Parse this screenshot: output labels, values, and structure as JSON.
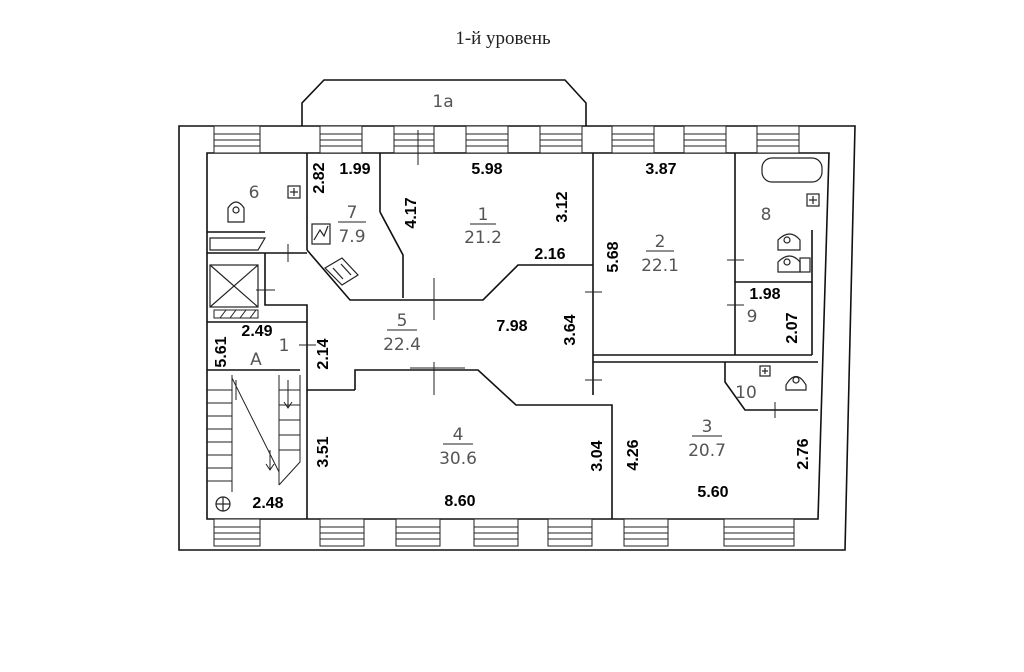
{
  "header": {
    "title": "1-й уровень"
  },
  "annex": {
    "label": "1а"
  },
  "rooms": [
    {
      "id": "1",
      "number": "1",
      "area": "21.2"
    },
    {
      "id": "2",
      "number": "2",
      "area": "22.1"
    },
    {
      "id": "3",
      "number": "3",
      "area": "20.7"
    },
    {
      "id": "4",
      "number": "4",
      "area": "30.6"
    },
    {
      "id": "5",
      "number": "5",
      "area": "22.4"
    },
    {
      "id": "6",
      "number": "6"
    },
    {
      "id": "7",
      "number": "7",
      "area": "7.9"
    },
    {
      "id": "8",
      "number": "8"
    },
    {
      "id": "9",
      "number": "9"
    },
    {
      "id": "10",
      "number": "10"
    },
    {
      "id": "A",
      "number": "А"
    },
    {
      "id": "L1",
      "number": "1"
    }
  ],
  "dimensions": {
    "top_1": "5.98",
    "top_7": "1.99",
    "top_2": "3.87",
    "v_7": "2.82",
    "v_1_left": "4.17",
    "v_1_right": "3.12",
    "mid_1": "2.16",
    "v_2_left": "5.68",
    "room9_w": "1.98",
    "room9_h": "2.07",
    "corr_w": "7.98",
    "corr_h": "3.64",
    "lobby_w": "2.49",
    "lobby_h": "2.14",
    "stair_h": "5.61",
    "room4_left": "3.51",
    "room4_right": "3.04",
    "room4_w": "8.60",
    "room3_left": "4.26",
    "room3_right": "2.76",
    "room3_w": "5.60",
    "stair_w": "2.48"
  }
}
